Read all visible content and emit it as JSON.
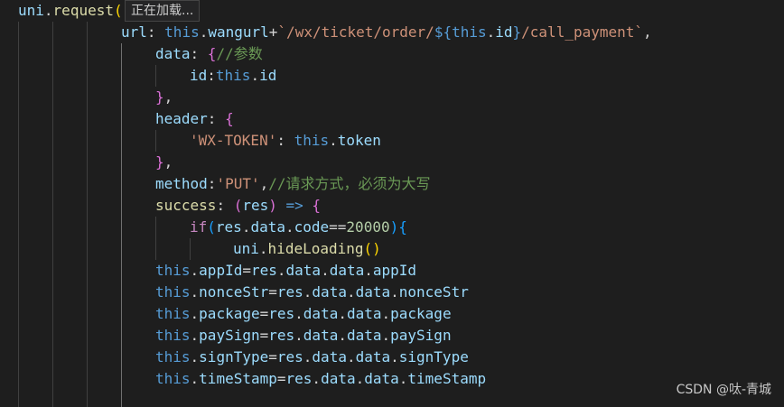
{
  "tooltip": {
    "text": "正在加载..."
  },
  "watermark": {
    "text": "CSDN @呔-青城"
  },
  "code": {
    "line1": [
      "uni",
      ".",
      "request",
      "("
    ],
    "line2": [
      "url",
      ": ",
      "this",
      ".",
      "wangurl",
      "+",
      "`/wx/ticket/order/",
      "${",
      "this",
      ".",
      "id",
      "}",
      "/call_payment`",
      ","
    ],
    "line3": [
      "data",
      ": ",
      "{",
      "//参数"
    ],
    "line4": [
      "id",
      ":",
      "this",
      ".",
      "id"
    ],
    "line5": [
      "}",
      ","
    ],
    "line6": [
      "header",
      ": ",
      "{"
    ],
    "line7": [
      "'WX-TOKEN'",
      ": ",
      "this",
      ".",
      "token"
    ],
    "line8": [
      "}",
      ","
    ],
    "line9": [
      "method",
      ":",
      "'PUT'",
      ",",
      "//请求方式，必须为大写"
    ],
    "line10": [
      "success",
      ": ",
      "(",
      "res",
      ")",
      " => ",
      "{"
    ],
    "line11": [
      "if",
      "(",
      "res",
      ".",
      "data",
      ".",
      "code",
      "==",
      "20000",
      ")",
      "{"
    ],
    "line12": [
      "uni",
      ".",
      "hideLoading",
      "()"
    ],
    "line13": [
      "this",
      ".",
      "appId",
      "=",
      "res",
      ".",
      "data",
      ".",
      "data",
      ".",
      "appId"
    ],
    "line14": [
      "this",
      ".",
      "nonceStr",
      "=",
      "res",
      ".",
      "data",
      ".",
      "data",
      ".",
      "nonceStr"
    ],
    "line15": [
      "this",
      ".",
      "package",
      "=",
      "res",
      ".",
      "data",
      ".",
      "data",
      ".",
      "package"
    ],
    "line16": [
      "this",
      ".",
      "paySign",
      "=",
      "res",
      ".",
      "data",
      ".",
      "data",
      ".",
      "paySign"
    ],
    "line17": [
      "this",
      ".",
      "signType",
      "=",
      "res",
      ".",
      "data",
      ".",
      "data",
      ".",
      "signType"
    ],
    "line18": [
      "this",
      ".",
      "timeStamp",
      "=",
      "res",
      ".",
      "data",
      ".",
      "data",
      ".",
      "timeStamp"
    ]
  },
  "colors": {
    "background": "#1e1e1e",
    "function": "#dcdcaa",
    "variable": "#9cdcfe",
    "keyword": "#569cd6",
    "control": "#c586c0",
    "string": "#ce9178",
    "number": "#b5cea8",
    "comment": "#6a9955"
  }
}
